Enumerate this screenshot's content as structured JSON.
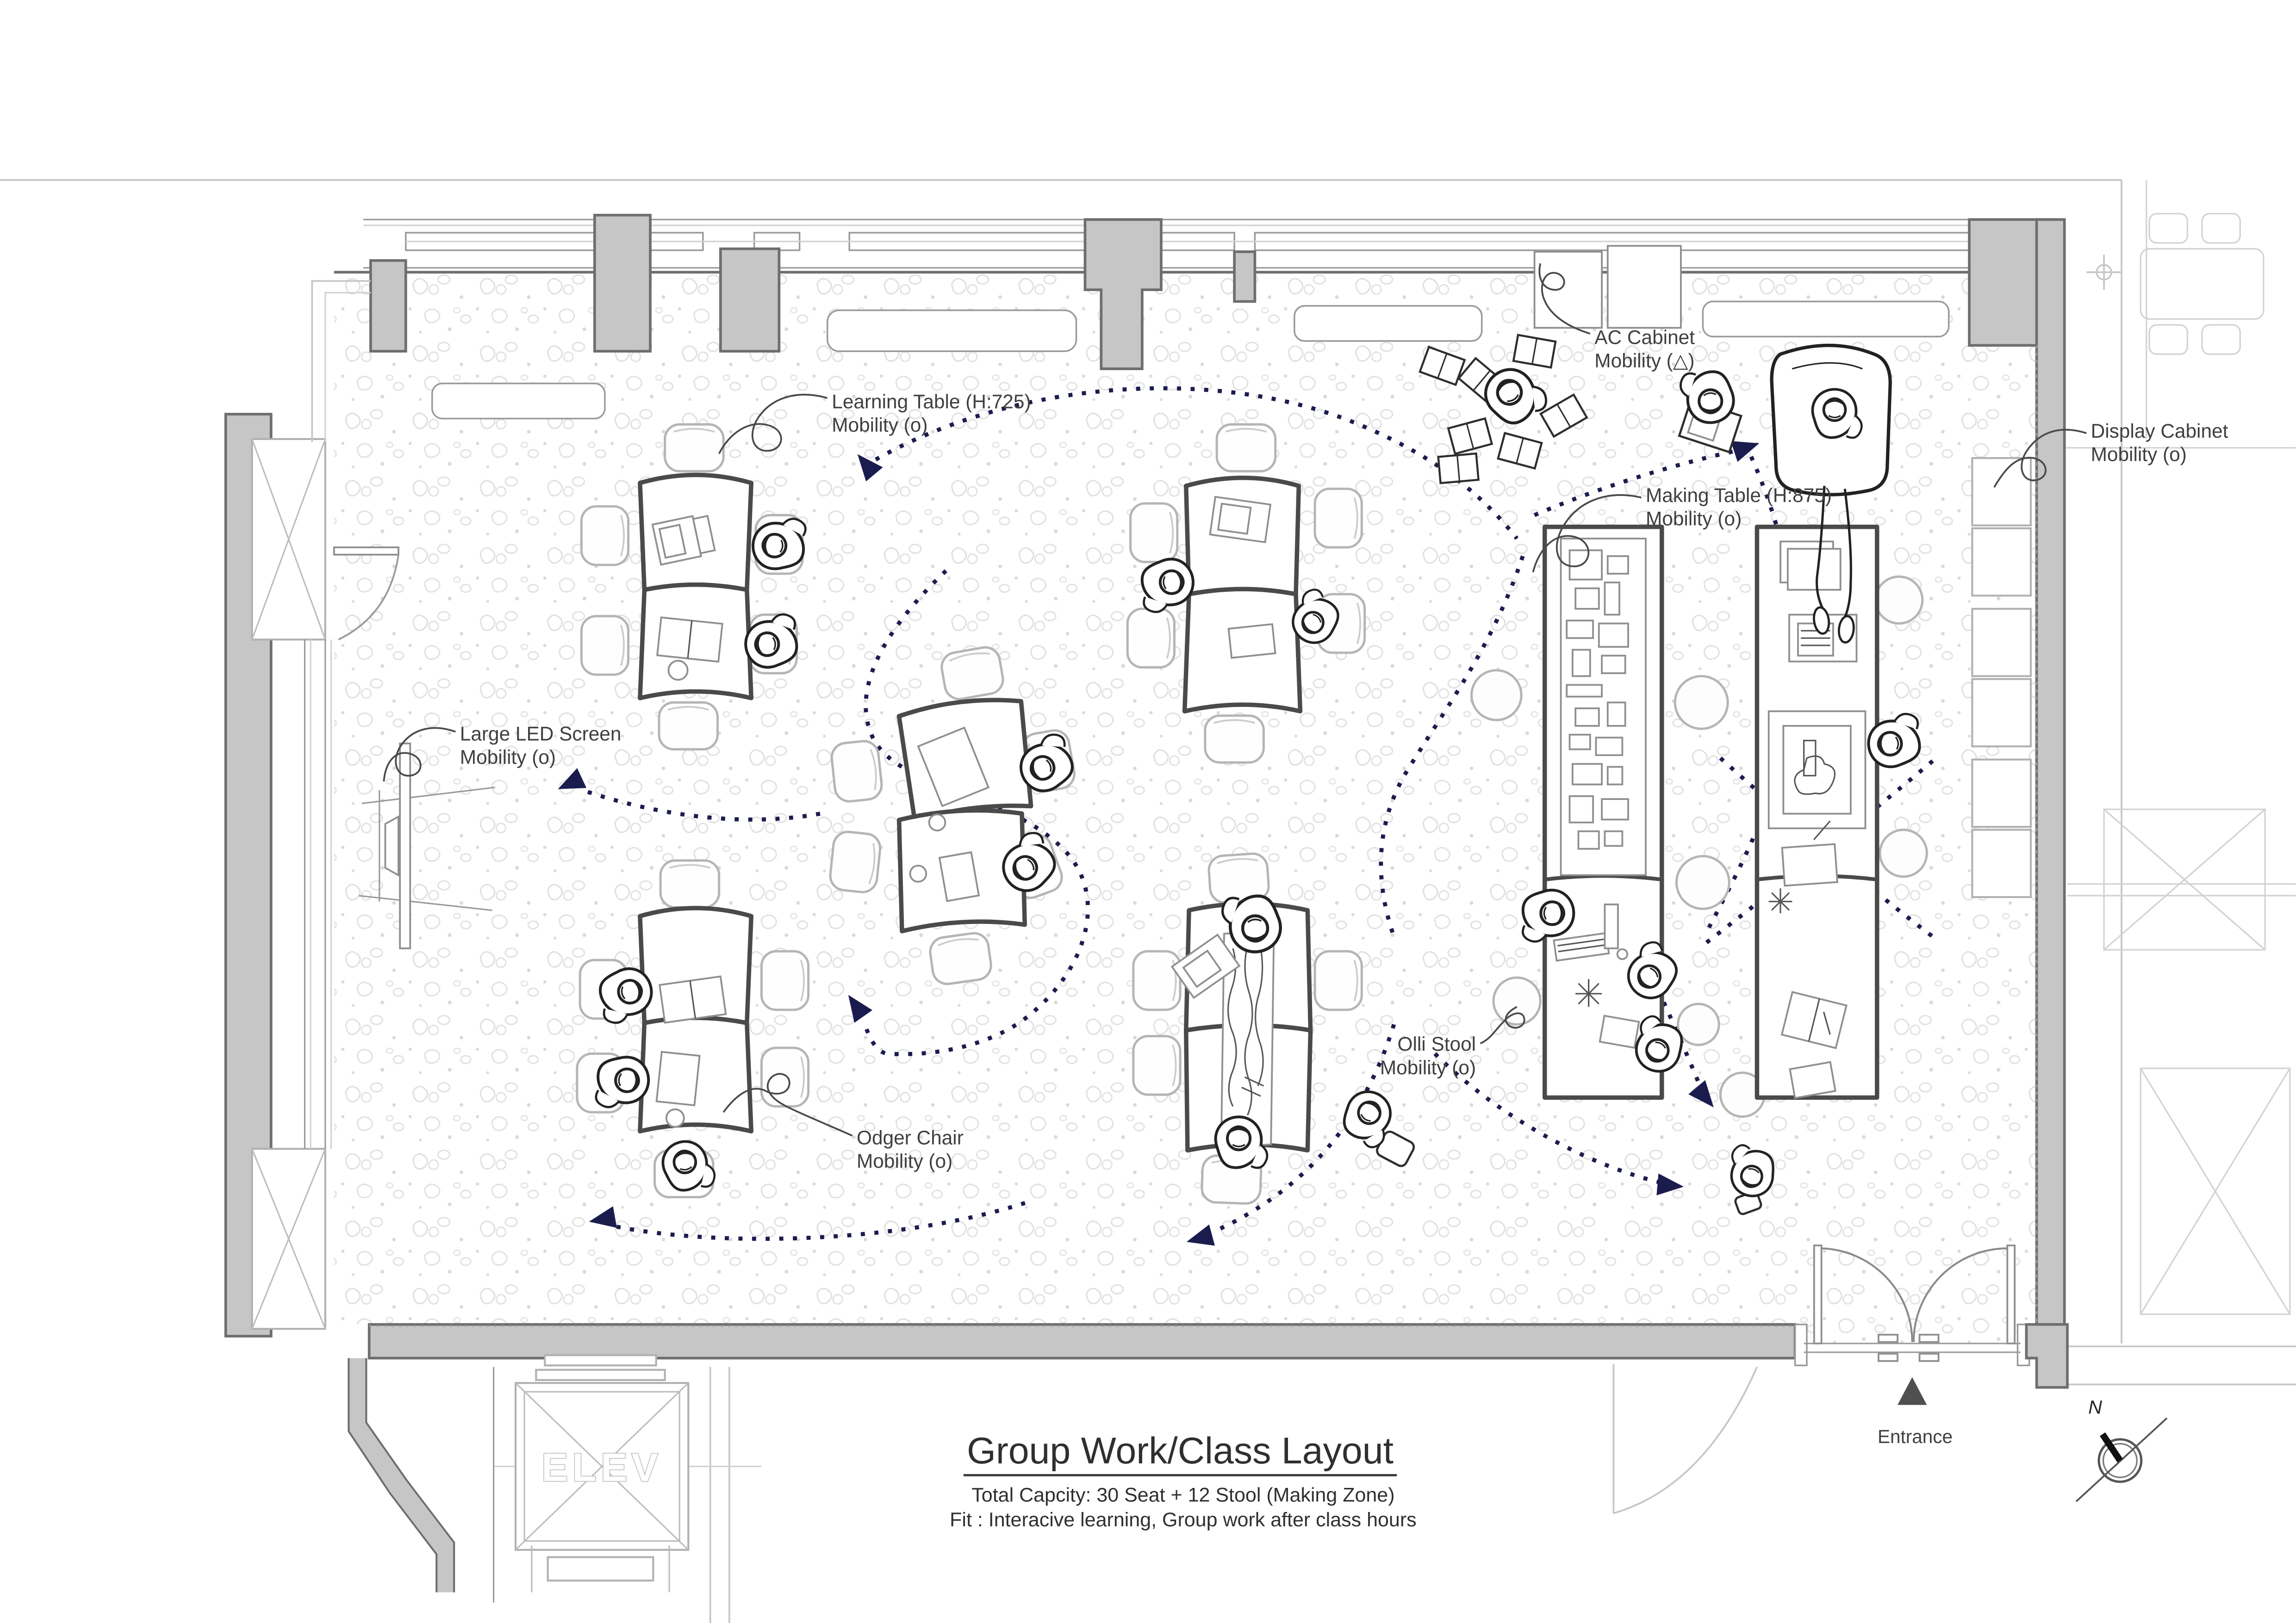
{
  "title_block": {
    "title": "Group Work/Class Layout",
    "capacity": "Total Capcity: 30 Seat + 12 Stool (Making Zone)",
    "fit": "Fit : Interacive learning, Group work after class hours"
  },
  "annotations": {
    "learning_table": {
      "line1": "Learning Table (H:725)",
      "line2": "Mobility (o)"
    },
    "large_led_screen": {
      "line1": "Large LED Screen",
      "line2": "Mobility (o)"
    },
    "odger_chair": {
      "line1": "Odger Chair",
      "line2": "Mobility (o)"
    },
    "olli_stool": {
      "line1": "Olli Stool",
      "line2": "Mobility (o)"
    },
    "making_table": {
      "line1": "Making Table (H:875)",
      "line2": "Mobility (o)"
    },
    "ac_cabinet": {
      "line1": "AC Cabinet",
      "line2": "Mobility (△)"
    },
    "display_cabinet": {
      "line1": "Display Cabinet",
      "line2": "Mobility (o)"
    }
  },
  "plan_labels": {
    "entrance": "Entrance",
    "elevator": "ELEV",
    "north_mark": "N"
  },
  "icons": {
    "entrance-marker-icon": "▲ solid triangle pointing to entry door",
    "north-compass-icon": "double circle with needle and N",
    "flow-arrow-icon": "navy dotted circulation path arrowhead"
  },
  "colors": {
    "wall_fill": "#c6c6c6",
    "wall_edge": "#6e6e6e",
    "furniture_outline": "#4a4a4a",
    "chair_gray": "#b5b5b5",
    "flow_navy": "#1b1c4e",
    "annotation_text": "#3f3f3f",
    "floor_speckle": "#dedede"
  }
}
